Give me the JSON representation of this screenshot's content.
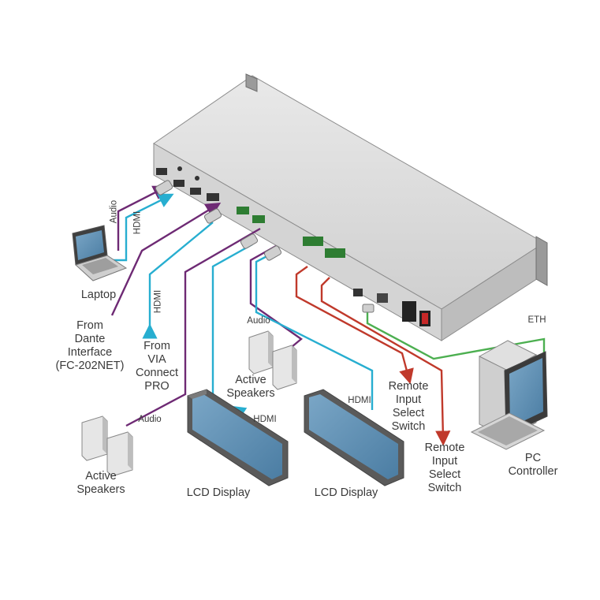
{
  "labels": {
    "laptop": "Laptop",
    "audio_laptop": "Audio",
    "hdmi_laptop": "HDMI",
    "from_dante": "From\nDante\nInterface\n(FC-202NET)",
    "hdmi_via": "HDMI",
    "from_via": "From\nVIA\nConnect\nPRO",
    "audio_upper_speakers": "Audio",
    "active_speakers_upper": "Active\nSpeakers",
    "audio_lower_speakers": "Audio",
    "active_speakers_lower": "Active\nSpeakers",
    "hdmi_display_left": "HDMI",
    "lcd_display_left": "LCD Display",
    "hdmi_display_right": "HDMI",
    "lcd_display_right": "LCD Display",
    "remote_input_1": "Remote\nInput\nSelect\nSwitch",
    "remote_input_2": "Remote\nInput\nSelect\nSwitch",
    "eth": "ETH",
    "pc_controller": "PC\nController"
  },
  "colors": {
    "hdmi_cable": "#27aed0",
    "audio_cable": "#6e2a74",
    "remote_cable": "#c0392b",
    "eth_cable": "#4caf50",
    "device_body": "#d9d9d9",
    "device_edge": "#8c8c8c"
  }
}
